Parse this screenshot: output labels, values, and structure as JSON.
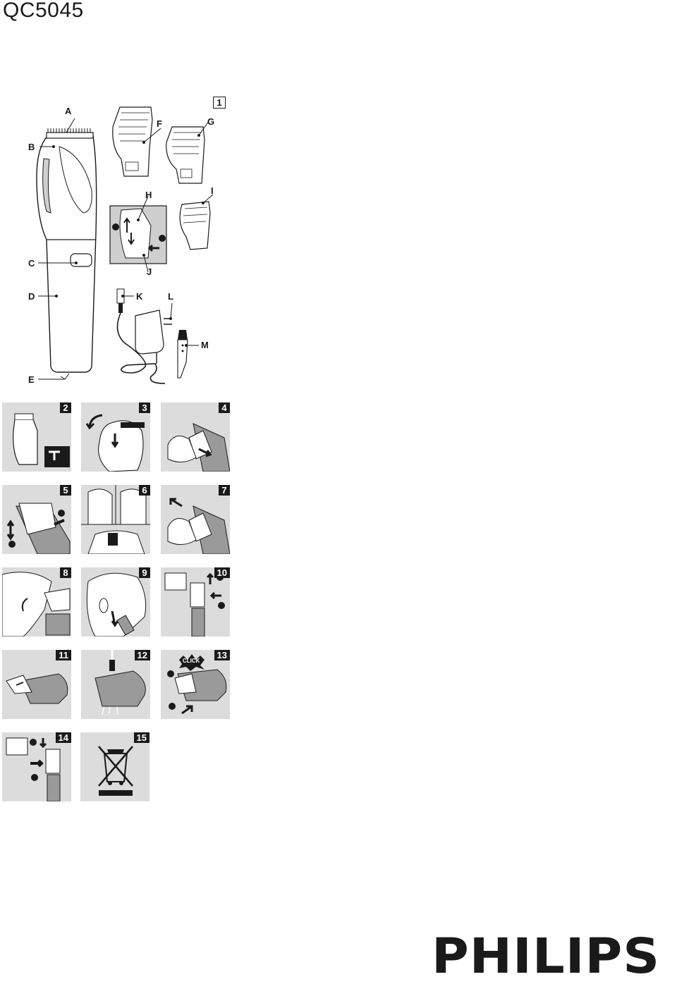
{
  "title": "QC5045",
  "brand": "PHILIPS",
  "figure1": {
    "number": "1",
    "labels": {
      "A": "A",
      "B": "B",
      "C": "C",
      "D": "D",
      "E": "E",
      "F": "F",
      "G": "G",
      "H": "H",
      "I": "I",
      "J": "J",
      "K": "K",
      "L": "L",
      "M": "M"
    }
  },
  "steps": [
    "2",
    "3",
    "4",
    "5",
    "6",
    "7",
    "8",
    "9",
    "10",
    "11",
    "12",
    "13",
    "14",
    "15"
  ],
  "callout_click": "CLICK",
  "step_markers": {
    "one": "1",
    "two": "2"
  }
}
